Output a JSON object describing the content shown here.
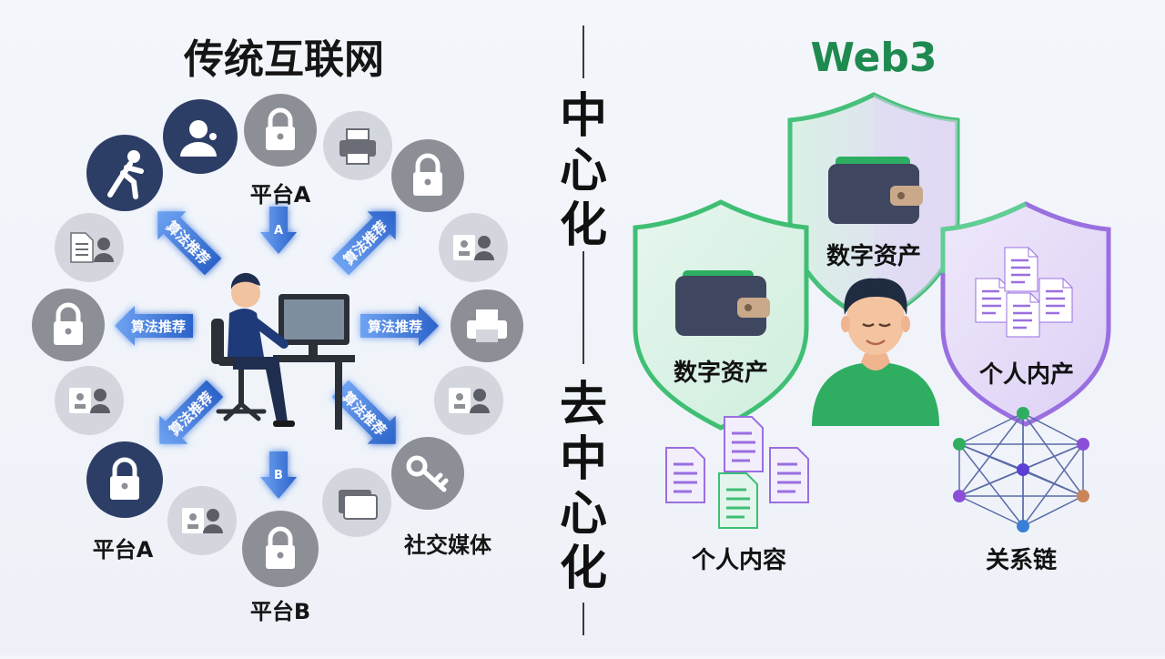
{
  "left": {
    "title": "传统互联网",
    "labels": {
      "platform_a_top": "平台A",
      "platform_a_bottom": "平台A",
      "platform_b": "平台B",
      "social_media": "社交媒体"
    },
    "arrow_label": "算法推荐",
    "arrow_badges": {
      "top": "A",
      "bottom": "B"
    }
  },
  "center": {
    "top_label": "中心化",
    "bottom_label": "去中心化"
  },
  "right": {
    "title": "Web3",
    "shields": {
      "left": "数字资产",
      "middle": "数字资产",
      "right": "个人内产"
    },
    "labels": {
      "personal_content": "个人内容",
      "relation_chain": "关系链"
    }
  },
  "colors": {
    "navy": "#2d3e66",
    "gray": "#8c8f96",
    "light_gray": "#cfd3da",
    "green": "#2e9b5b",
    "title_green": "#1f8a50",
    "purple": "#8a63d2",
    "blue_arrow": "#3b76d8"
  }
}
